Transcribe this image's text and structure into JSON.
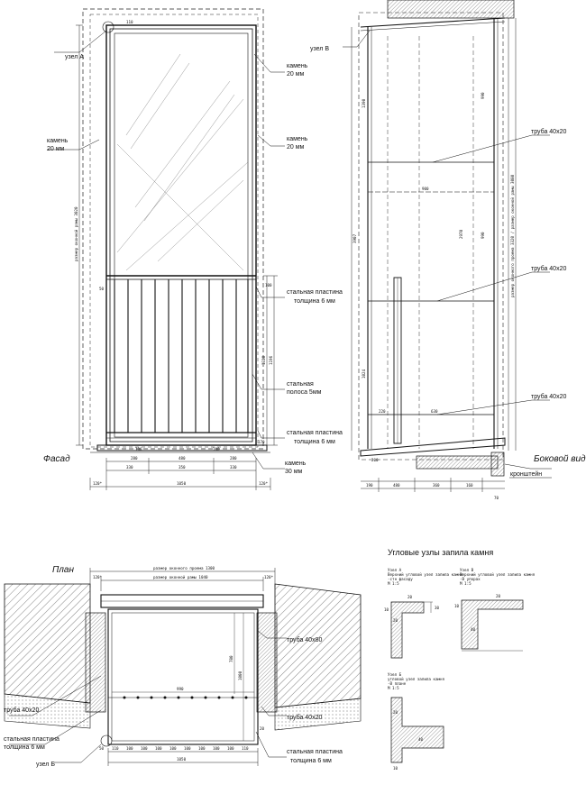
{
  "views": {
    "facade_title": "Фасад",
    "side_title": "Боковой вид",
    "plan_title": "План",
    "corner_title": "Угловые узлы запила камня"
  },
  "facade": {
    "node_a": "узел А",
    "stone20_left": [
      "камень",
      "20 мм"
    ],
    "stone20_right_top": [
      "камень",
      "20 мм"
    ],
    "stone20_right_mid": [
      "камень",
      "20 мм"
    ],
    "steel_plate_1": [
      "стальная пластина",
      "толщина 6 мм"
    ],
    "steel_strip": [
      "стальная",
      "полоса 5мм"
    ],
    "steel_plate_2": [
      "стальная пластина",
      "толщина 6 мм"
    ],
    "stone30": [
      "камень",
      "30 мм"
    ],
    "vertical_dim": "размер оконной рамы 3020",
    "dims_bottom_row1": [
      "280",
      "480",
      "280"
    ],
    "dims_bottom_row2": [
      "330",
      "350",
      "330"
    ],
    "dims_overall": [
      "120*",
      "1050",
      "120*"
    ],
    "dims_side": [
      "1310",
      "1196",
      "100",
      "170"
    ],
    "dim_small": [
      "50",
      "110",
      "100",
      "100"
    ]
  },
  "side": {
    "node_v": "узел В",
    "pipe1": "труба 40х20",
    "pipe2": "труба 40х20",
    "pipe3": "труба 40х20",
    "bracket": "кронштейн",
    "dims": [
      "3907",
      "990",
      "900",
      "2970",
      "990",
      "1390",
      "1024",
      "630",
      "220",
      "200",
      "360",
      "480",
      "160",
      "70",
      "190"
    ],
    "vertical_dim": "размер оконного проема 3320 / размер оконной рамы 3080"
  },
  "plan": {
    "opening_dim": "размер оконного проема 1300",
    "frame_dim": "размер оконной рамы 1040",
    "dim_top_left": "120*",
    "dim_top_right": "120*",
    "pipe_40x80": "труба 40х80",
    "pipe_left": "труба 40х20",
    "pipe_right": "труба 40х20",
    "steel_plate_left": [
      "стальная пластина",
      "толщина 6 мм"
    ],
    "steel_plate_right": [
      "стальная пластина",
      "толщина 6 мм"
    ],
    "node_b": "узел Б",
    "dim_inner": "990",
    "dim_depth": "780",
    "dim_depth2": "1000",
    "dims_bottom": [
      "110",
      "100",
      "100",
      "100",
      "100",
      "100",
      "100",
      "100",
      "100",
      "110"
    ],
    "dim_overall": "1050",
    "dim_side": [
      "50",
      "20"
    ]
  },
  "corner_nodes": {
    "node_a": [
      "Узел А",
      "Верхний угловой узел запила камня",
      "-стн фасаду",
      "М 1:5"
    ],
    "node_v": [
      "Узел В",
      "Верхний угловой узел запила камня",
      "-В упорах",
      "М 1:5"
    ],
    "node_b": [
      "Узел Б",
      "угловой узел запила камня",
      "-В плане",
      "М 1:5"
    ],
    "dims_a": [
      "10",
      "20",
      "30",
      "20"
    ],
    "dims_v": [
      "10",
      "40",
      "20"
    ],
    "dims_b": [
      "40",
      "20",
      "10"
    ]
  }
}
